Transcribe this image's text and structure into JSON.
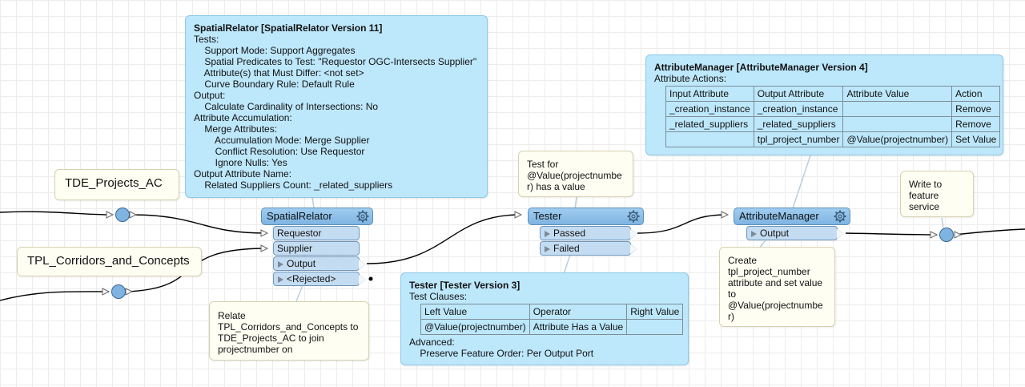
{
  "readers": {
    "projects_label": "TDE_Projects_AC",
    "corridors_label": "TPL_Corridors_and_Concepts"
  },
  "spatial_relator": {
    "name": "SpatialRelator",
    "ports": {
      "requestor": "Requestor",
      "supplier": "Supplier",
      "output": "Output",
      "rejected": "<Rejected>"
    },
    "info": {
      "title": "SpatialRelator [SpatialRelator Version 11]",
      "lines": [
        "Tests:",
        "    Support Mode: Support Aggregates",
        "    Spatial Predicates to Test: \"Requestor OGC-Intersects Supplier\"",
        "    Attribute(s) that Must Differ: <not set>",
        "    Curve Boundary Rule: Default Rule",
        "Output:",
        "    Calculate Cardinality of Intersections: No",
        "Attribute Accumulation:",
        "    Merge Attributes:",
        "        Accumulation Mode: Merge Supplier",
        "        Conflict Resolution: Use Requestor",
        "        Ignore Nulls: Yes",
        "Output Attribute Name:",
        "    Related Suppliers Count: _related_suppliers"
      ]
    },
    "note": "Relate\nTPL_Corridors_and_Concepts to\nTDE_Projects_AC to join\nprojectnumber on"
  },
  "tester": {
    "name": "Tester",
    "ports": {
      "passed": "Passed",
      "failed": "Failed"
    },
    "note": "Test for\n@Value(projectnumbe\nr) has a value",
    "info": {
      "title": "Tester [Tester Version 3]",
      "clauses_label": "Test Clauses:",
      "table": {
        "headers": [
          "Left Value",
          "Operator",
          "Right Value"
        ],
        "rows": [
          [
            "@Value(projectnumber)",
            "Attribute Has a Value",
            ""
          ]
        ]
      },
      "advanced_label": "Advanced:",
      "advanced_line": "    Preserve Feature Order: Per Output Port"
    }
  },
  "attribute_manager": {
    "name": "AttributeManager",
    "ports": {
      "output": "Output"
    },
    "note": "Create\ntpl_project_number\nattribute and set value\nto\n@Value(projectnumbe\nr)",
    "info": {
      "title": "AttributeManager [AttributeManager Version 4]",
      "actions_label": "Attribute Actions:",
      "table": {
        "headers": [
          "Input Attribute",
          "Output Attribute",
          "Attribute Value",
          "Action"
        ],
        "rows": [
          [
            "_creation_instance",
            "_creation_instance",
            "",
            "Remove"
          ],
          [
            "_related_suppliers",
            "_related_suppliers",
            "",
            "Remove"
          ],
          [
            "",
            "tpl_project_number",
            "@Value(projectnumber)",
            "Set Value"
          ]
        ]
      }
    }
  },
  "writer": {
    "note": "Write to\nfeature\nservice"
  },
  "colors": {
    "transformer": "#8fc3ec",
    "info_box": "#bde7fb",
    "note": "#fffef2",
    "wire": "#000000"
  }
}
